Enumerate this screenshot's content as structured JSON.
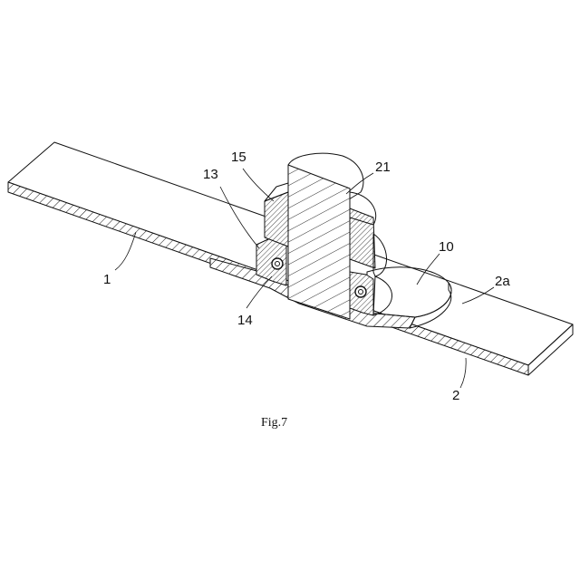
{
  "figure": {
    "caption": "Fig.7",
    "labels": {
      "l1": "1",
      "l2": "2",
      "l2a": "2a",
      "l10": "10",
      "l13": "13",
      "l14": "14",
      "l15": "15",
      "l21": "21"
    }
  },
  "colors": {
    "line": "#111111",
    "background": "#ffffff"
  }
}
